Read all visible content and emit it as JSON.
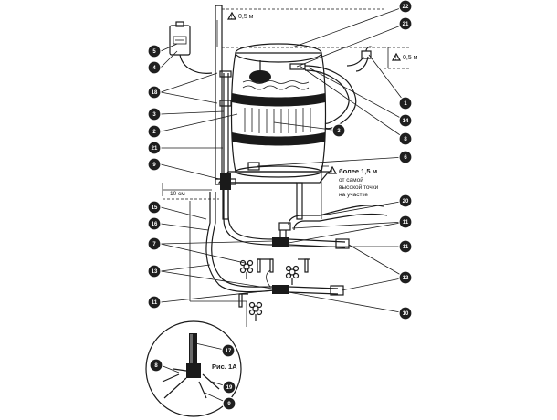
{
  "annotations": {
    "top_height": "0,5 м",
    "right_height": "0,5 м",
    "stand_height_line1": "более 1,5 м",
    "stand_height_line2": "от самой",
    "stand_height_line3": "высокой точки",
    "stand_height_line4": "на участке",
    "bottom_gap": "10 см",
    "figure_label": "Рис. 1А",
    "warning_symbol": "!"
  },
  "callouts": {
    "c1": "1",
    "c2": "2",
    "c3": "3",
    "c4": "4",
    "c5": "5",
    "c6": "6",
    "c7": "7",
    "c8": "8",
    "c9": "9",
    "c10": "10",
    "c11": "11",
    "c12": "12",
    "c13": "13",
    "c14": "14",
    "c15": "15",
    "c16": "16",
    "c17": "17",
    "c18": "18",
    "c19": "19",
    "c20": "20",
    "c21": "21",
    "c22": "22"
  },
  "colors": {
    "ink": "#1a1a1a",
    "callout_fill": "#1f1f1f",
    "background": "#ffffff"
  }
}
